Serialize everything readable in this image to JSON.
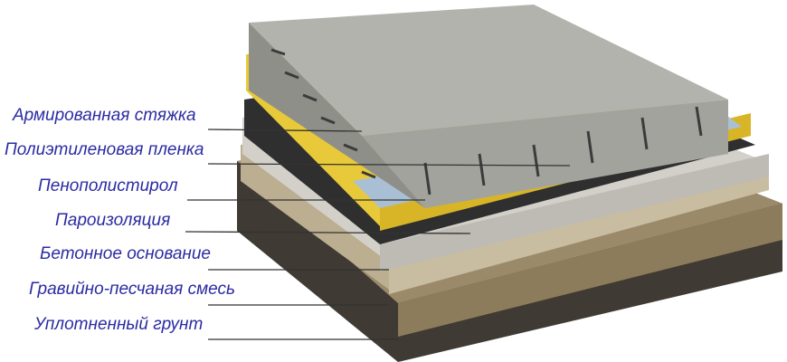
{
  "labels": [
    "Армированная стяжка",
    "Полиэтиленовая пленка",
    "Пенополистирол",
    "Пароизоляция",
    "Бетонное основание",
    "Гравийно-песчаная смесь",
    "Уплотненный грунт"
  ],
  "colors": {
    "label_text": "#2b2ba3",
    "concrete": "#a9a9a4",
    "insulation": "#e8c93a",
    "film": "#a9c0d4",
    "vapor_barrier": "#3a3a3a",
    "base_concrete": "#c9c7c0",
    "gravel": "#b7a98e",
    "soil": "#9b8a6a"
  }
}
